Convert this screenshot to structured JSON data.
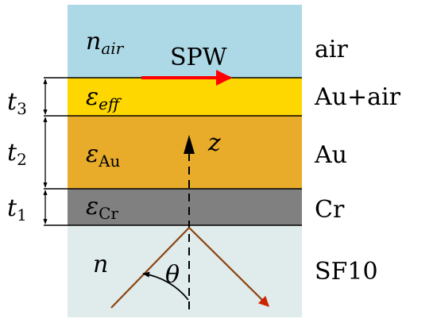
{
  "layers": [
    {
      "key": "air",
      "symbol": "n",
      "subscript": "air",
      "name": "air",
      "color": "#add8e6"
    },
    {
      "key": "eff",
      "symbol": "ε",
      "subscript": "eff",
      "name": "Au+air",
      "color": "#ffd700",
      "thickness": "t",
      "thickness_sub": "3"
    },
    {
      "key": "au",
      "symbol": "ε",
      "subscript": "Au",
      "name": "Au",
      "color": "#e8ac2a",
      "thickness": "t",
      "thickness_sub": "2"
    },
    {
      "key": "cr",
      "symbol": "ε",
      "subscript": "Cr",
      "name": "Cr",
      "color": "#808080",
      "thickness": "t",
      "thickness_sub": "1"
    },
    {
      "key": "prism",
      "symbol": "n",
      "subscript": "",
      "name": "SF10",
      "color": "#e0ebeb"
    }
  ],
  "spw_label": "SPW",
  "z_label": "z",
  "angle_label": "θ",
  "colors": {
    "spw_arrow": "#ff0000",
    "ray": "#8b4513",
    "ray_head": "#cc2200",
    "line": "#000000"
  }
}
